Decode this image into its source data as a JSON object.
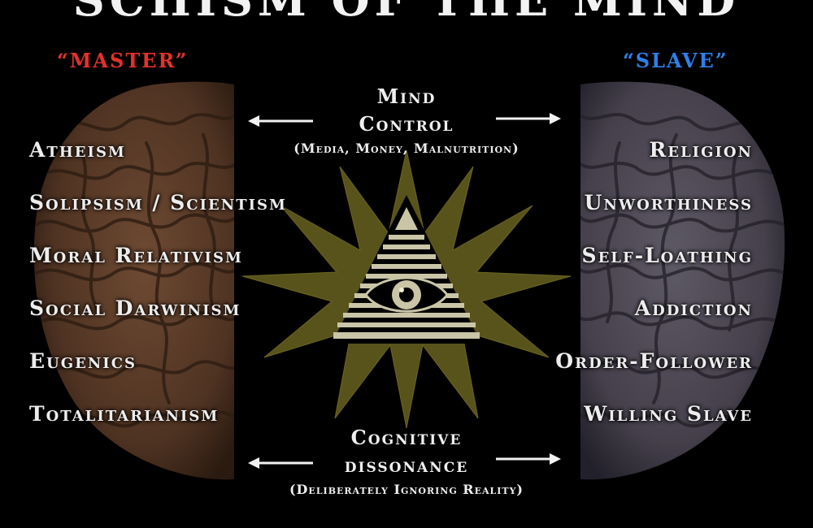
{
  "title": "Schism of the Mind",
  "columns": {
    "master": {
      "heading": "“MASTER”",
      "color": "#e4312a"
    },
    "slave": {
      "heading": "“SLAVE”",
      "color": "#2f7fe8"
    }
  },
  "master_items": [
    "Atheism",
    "Solipsism / Scientism",
    "Moral Relativism",
    "Social Darwinism",
    "Eugenics",
    "Totalitarianism"
  ],
  "slave_items": [
    "Religion",
    "Unworthiness",
    "Self-Loathing",
    "Addiction",
    "Order-Follower",
    "Willing Slave"
  ],
  "top_center": {
    "line1": "Mind",
    "line2": "Control",
    "sub": "(Media, Money, Malnutrition)"
  },
  "bottom_center": {
    "line1": "Cognitive",
    "line2": "dissonance",
    "sub": "(Deliberately Ignoring Reality)"
  },
  "icons": {
    "center": "eye-of-providence-icon",
    "left_brain": "brain-left-hemisphere-icon",
    "right_brain": "brain-right-hemisphere-icon",
    "arrow_left": "arrow-left-icon",
    "arrow_right": "arrow-right-icon"
  },
  "colors": {
    "background": "#000000",
    "starburst": "#58531a",
    "left_brain": "#5a3a27",
    "right_brain": "#4b4650"
  }
}
